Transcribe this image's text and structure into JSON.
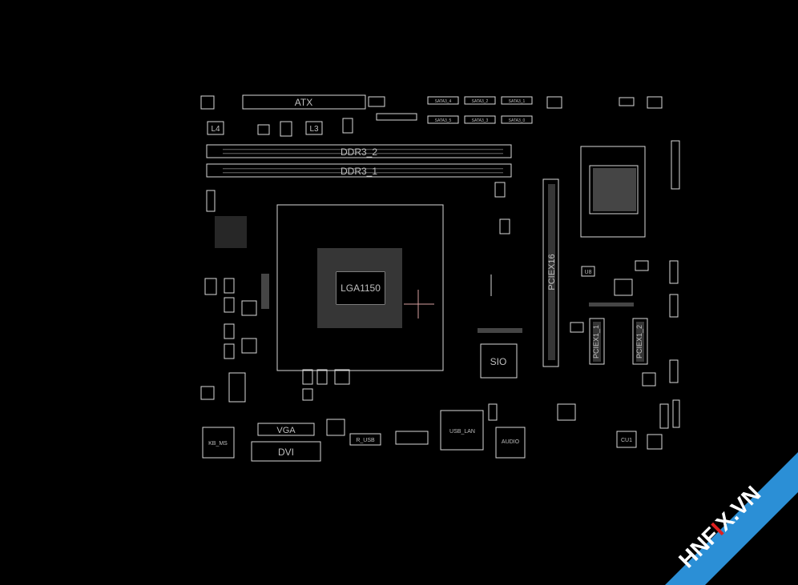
{
  "board": {
    "labels": {
      "atx": "ATX",
      "ddr3_2": "DDR3_2",
      "ddr3_1": "DDR3_1",
      "l4": "L4",
      "l3": "L3",
      "cpu_socket": "LGA1150",
      "pciex16": "PCIEX16",
      "pciex1_1": "PCIEX1_1",
      "pciex1_2": "PCIEX1_2",
      "sio": "SIO",
      "vga": "VGA",
      "dvi": "DVI",
      "kb_ms": "KB_MS",
      "usb_lan": "USB_LAN",
      "audio": "AUDIO",
      "r_usb": "R_USB",
      "cu1": "CU1",
      "u8": "U8",
      "sata4_1": "SATA3_4",
      "sata4_2": "SATA3_2",
      "sata4_3": "SATA3_1",
      "sata5_1": "SATA3_5",
      "sata5_2": "SATA3_3",
      "sata5_3": "SATA3_0"
    }
  },
  "watermark": {
    "text_pre": "HNF",
    "text_accent": "I",
    "text_post": "X.VN",
    "band_color": "#2b8fd6",
    "accent_color": "#e02020"
  },
  "colors": {
    "background": "#000000",
    "outline": "#d8d8d8",
    "crosshair": "#d9a0a0"
  }
}
